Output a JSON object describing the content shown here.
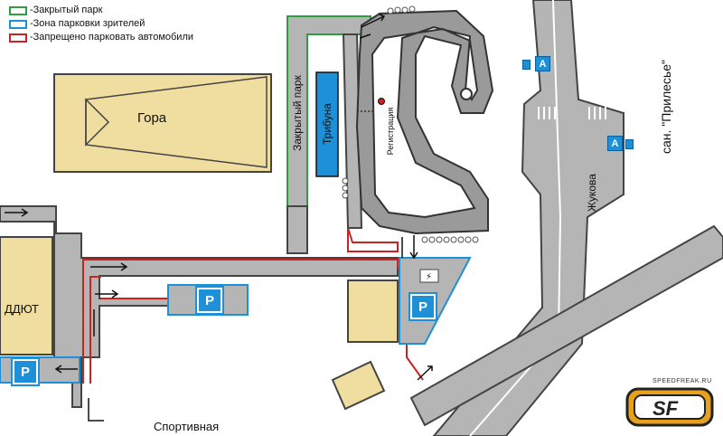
{
  "legend": {
    "items": [
      {
        "label": "-Закрытый парк",
        "color": "#2e9e3e"
      },
      {
        "label": "-Зона парковки зрителей",
        "color": "#1e90d8"
      },
      {
        "label": "-Запрещено парковать автомобили",
        "color": "#cc2222"
      }
    ]
  },
  "labels": {
    "mountain": "Гора",
    "tribune": "Трибуна",
    "closed_park": "Закрытый парк",
    "registration": "Регистрация",
    "ddyut": "ДДЮТ",
    "sportivnaya": "Спортивная",
    "zhukova": "Жукова",
    "sanatorium": "сан. \"Прилесье\""
  },
  "parking_markers": {
    "p_symbol": "P",
    "a_symbol": "A"
  },
  "logo": {
    "url_text": "SPEEDFREAK.RU",
    "mark": "SF"
  },
  "colors": {
    "road": "#b5b5b5",
    "road_edge": "#555555",
    "building": "#f0dda0",
    "parking": "#1e90d8",
    "closed_park": "#2e9e3e",
    "no_parking": "#cc2222",
    "tribune": "#1e90d8",
    "track": "#9a9a9a"
  }
}
